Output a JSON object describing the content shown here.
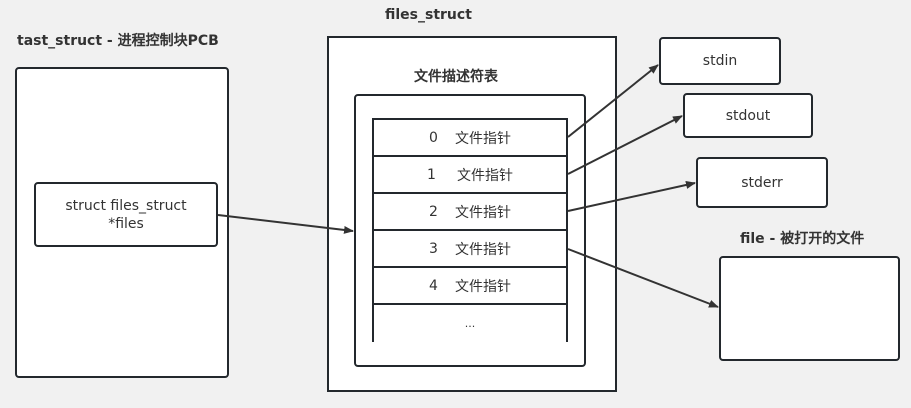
{
  "task_struct": {
    "title": "tast_struct - 进程控制块PCB",
    "field_label": "struct files_struct\n*files",
    "field_line1": "struct files_struct",
    "field_line2": "*files"
  },
  "files_struct": {
    "title": "files_struct",
    "table_title": "文件描述符表",
    "rows": [
      {
        "index": "0",
        "label": "文件指针"
      },
      {
        "index": "1",
        "label": "文件指针"
      },
      {
        "index": "2",
        "label": "文件指针"
      },
      {
        "index": "3",
        "label": "文件指针"
      },
      {
        "index": "4",
        "label": "文件指针"
      },
      {
        "index": "",
        "label": "..."
      }
    ]
  },
  "streams": {
    "stdin": "stdin",
    "stdout": "stdout",
    "stderr": "stderr"
  },
  "file": {
    "title": "file - 被打开的文件"
  },
  "colors": {
    "background": "#f1f1f1",
    "stroke": "#23282d",
    "box_fill": "#ffffff",
    "text": "#333333"
  }
}
